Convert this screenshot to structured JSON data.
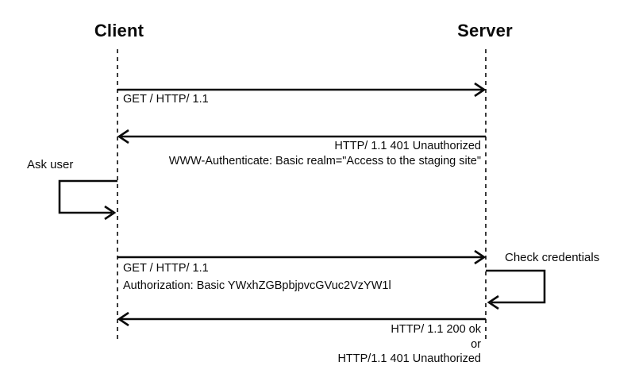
{
  "diagram": {
    "type": "sequence",
    "background": "#ffffff",
    "line_color": "#0a0a0a",
    "actors": [
      {
        "id": "client",
        "label": "Client"
      },
      {
        "id": "server",
        "label": "Server"
      }
    ],
    "messages": [
      {
        "from": "client",
        "to": "server",
        "lines": [
          "GET / HTTP/ 1.1"
        ]
      },
      {
        "from": "server",
        "to": "client",
        "lines": [
          "HTTP/ 1.1 401 Unauthorized",
          "WWW-Authenticate: Basic realm=\"Access to the staging site\""
        ]
      },
      {
        "from": "client",
        "to": "server",
        "lines": [
          "GET / HTTP/ 1.1",
          "Authorization: Basic YWxhZGBpbjpvcGVuc2VzYW1l"
        ]
      },
      {
        "from": "server",
        "to": "client",
        "lines": [
          "HTTP/ 1.1  200 ok",
          "or",
          "HTTP/1.1  401 Unauthorized"
        ]
      }
    ],
    "self_actions": [
      {
        "actor": "client",
        "label": "Ask user"
      },
      {
        "actor": "server",
        "label": "Check credentials"
      }
    ]
  }
}
